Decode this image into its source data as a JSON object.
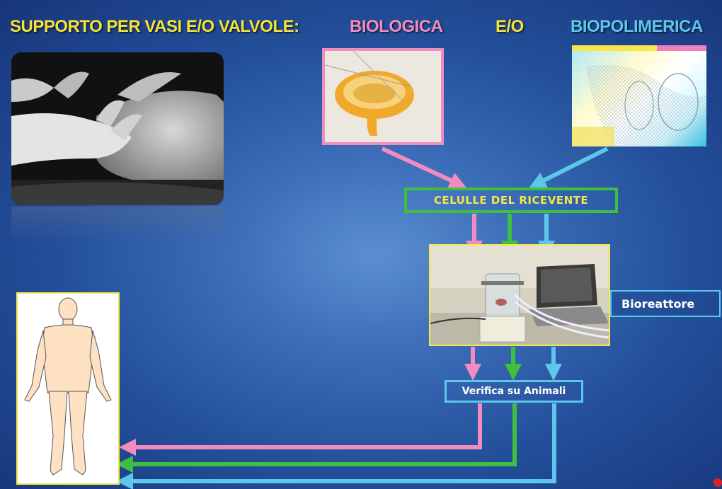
{
  "title": {
    "prefix": "SUPPORTO PER VASI E/O VALVOLE:",
    "option_a": "BIOLOGICA",
    "connector": "E/O",
    "option_b": "BIOPOLIMERICA"
  },
  "boxes": {
    "cells": "CELULLE DEL RICEVENTE",
    "bioreactor": "Bioreattore",
    "animal_test": "Verifica su Animali"
  },
  "colors": {
    "pink": "#f08cc0",
    "green": "#3fbf3f",
    "blue": "#5cc7ea",
    "yellow": "#f2e84a",
    "title_yellow": "#f5e33a",
    "red_dot": "#e02020"
  },
  "icons": {
    "hands_photo": "hands-photo-icon",
    "valve_photo": "heart-valve-photo-icon",
    "mesh_photo": "polymer-mesh-photo-icon",
    "bioreactor_photo": "bioreactor-lab-photo-icon",
    "human_body": "human-body-icon"
  }
}
